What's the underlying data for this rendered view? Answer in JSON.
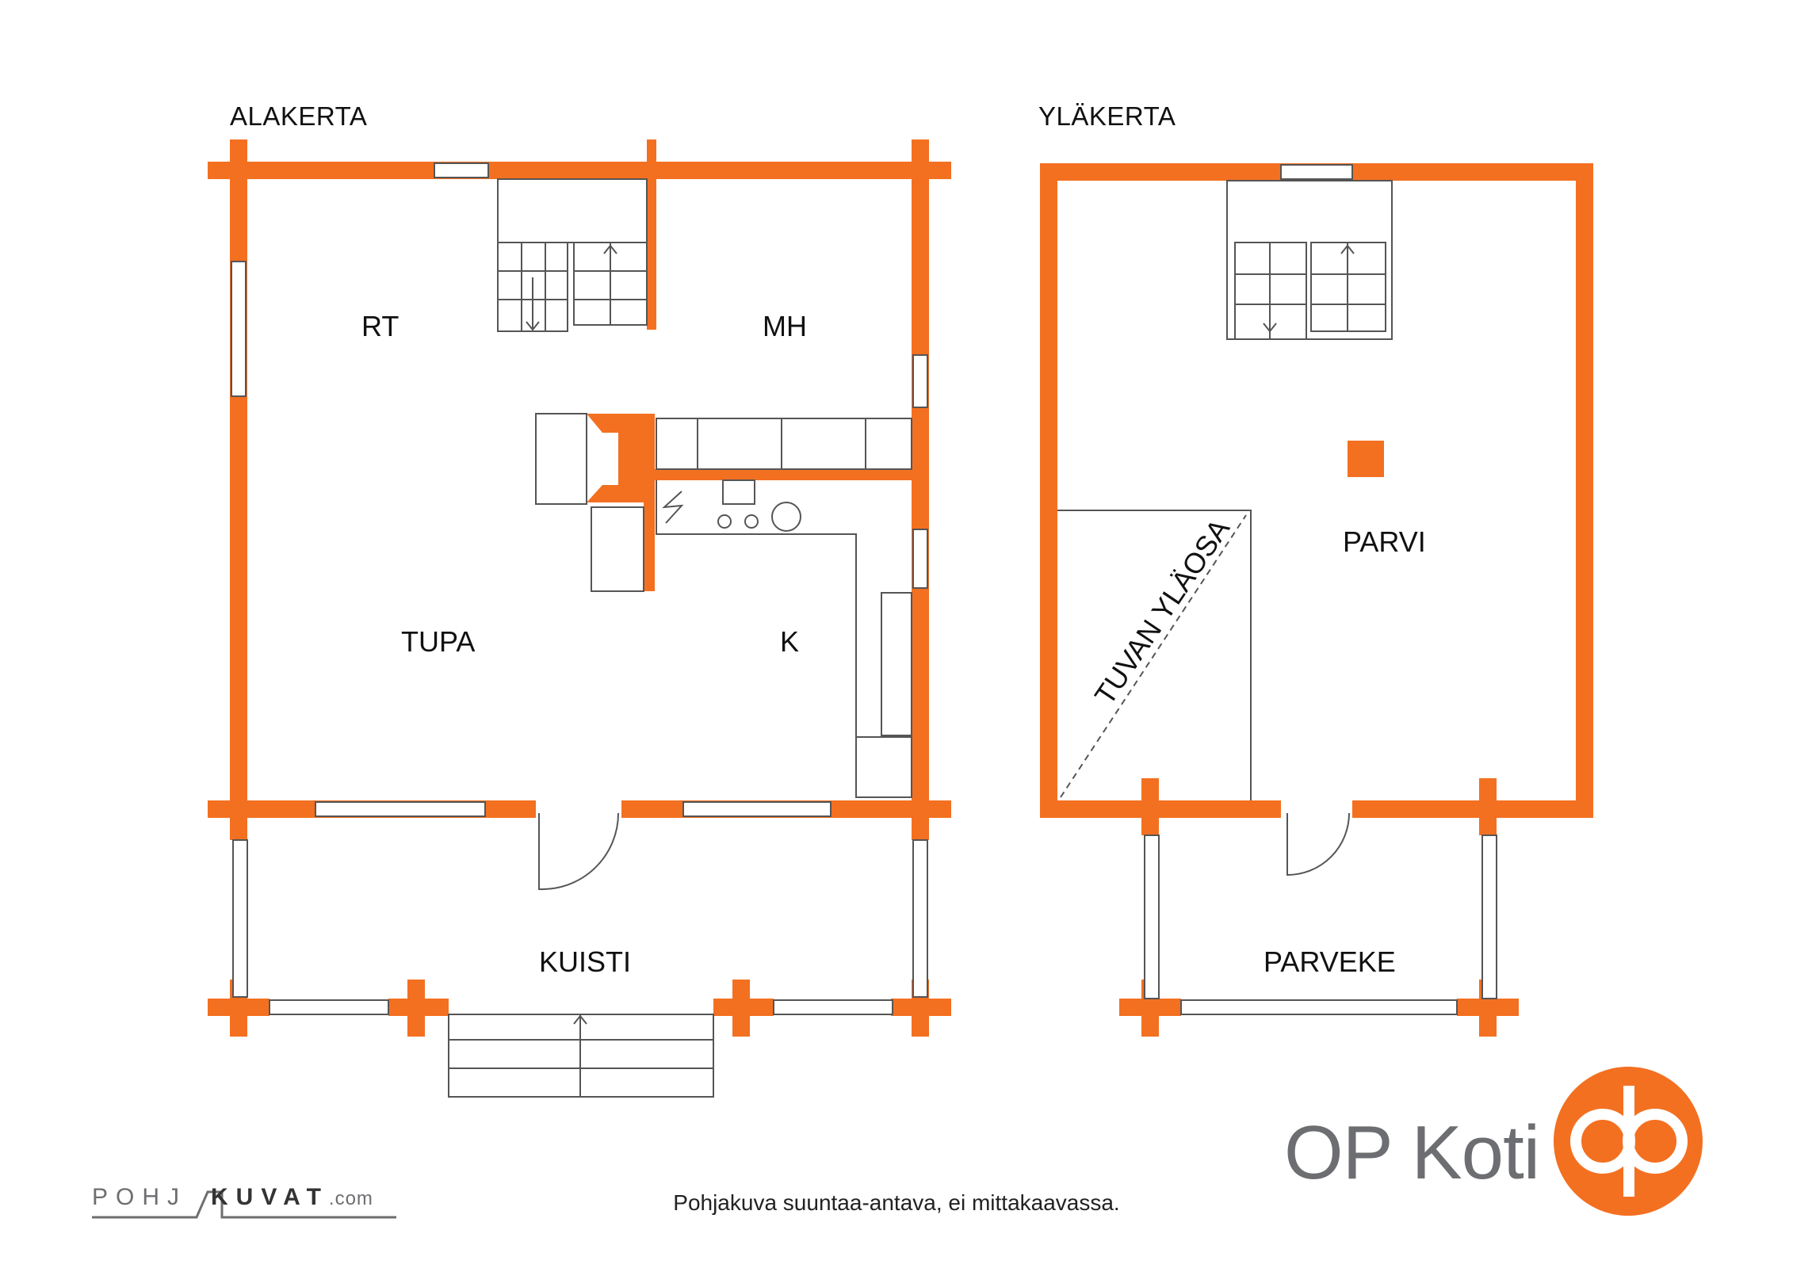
{
  "floors": {
    "lower": {
      "title": "ALAKERTA"
    },
    "upper": {
      "title": "YLÄKERTA"
    }
  },
  "rooms": {
    "rt": "RT",
    "mh": "MH",
    "tupa": "TUPA",
    "k": "K",
    "kuisti": "KUISTI",
    "parvi": "PARVI",
    "parveke": "PARVEKE",
    "tuvan_ylaosa": "TUVAN YLÄOSA"
  },
  "brand": {
    "name": "OP Koti",
    "accent_color": "#f37021",
    "text_color": "#6d6e71"
  },
  "pohjakuvat": {
    "part1": "POHJ",
    "part2": "KUVAT",
    "part3": ".com"
  },
  "disclaimer": "Pohjakuva suuntaa-antava, ei mittakaavassa.",
  "colors": {
    "wall": "#f37021",
    "line": "#555555"
  }
}
